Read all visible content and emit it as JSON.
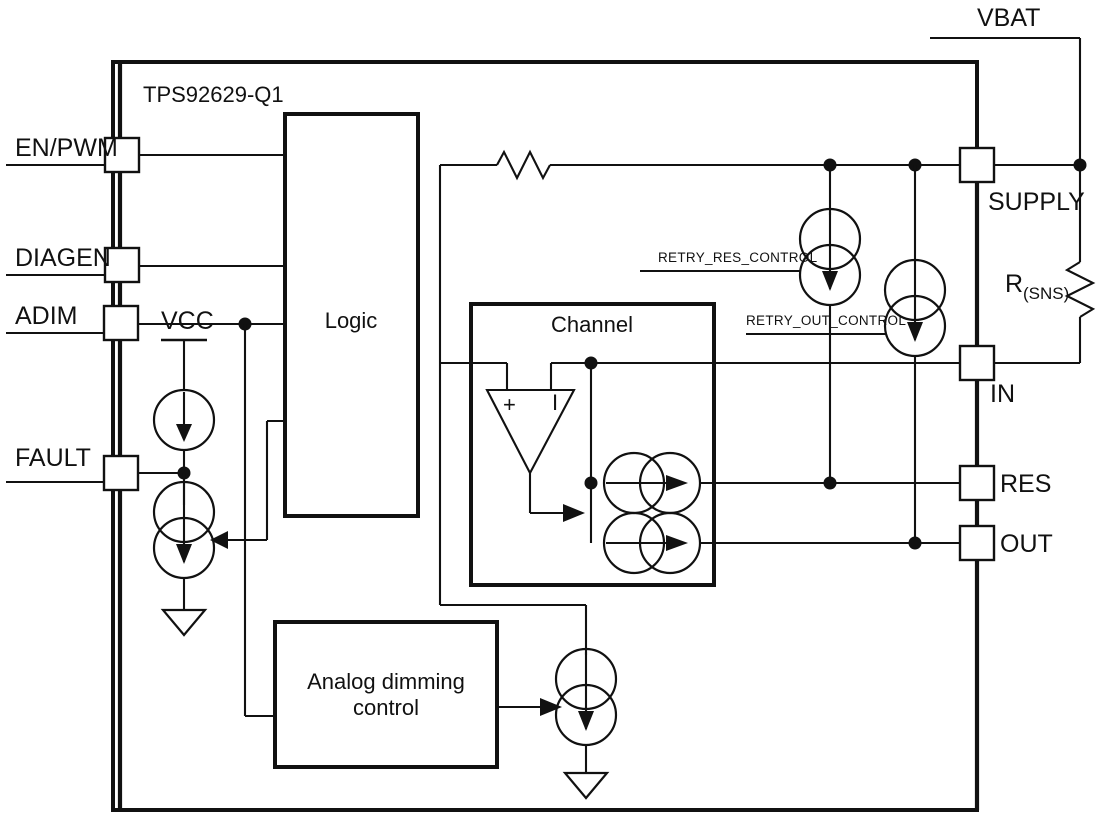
{
  "diagram": {
    "title": "TPS92629-Q1",
    "type": "block-diagram",
    "device_label": "TPS92629-Q1",
    "blocks": [
      {
        "id": "logic",
        "label": "Logic"
      },
      {
        "id": "channel",
        "label": "Channel"
      },
      {
        "id": "analog_dimming",
        "label": "Analog dimming\ncontrol",
        "line1": "Analog dimming",
        "line2": "control"
      }
    ],
    "left_pins": [
      {
        "name": "EN/PWM",
        "label": "EN/PWM"
      },
      {
        "name": "DIAGEN",
        "label": "DIAGEN"
      },
      {
        "name": "ADIM",
        "label": "ADIM"
      },
      {
        "name": "FAULT",
        "label": "FAULT"
      }
    ],
    "right_pins": [
      {
        "name": "SUPPLY",
        "label": "SUPPLY"
      },
      {
        "name": "IN",
        "label": "IN"
      },
      {
        "name": "RES",
        "label": "RES"
      },
      {
        "name": "OUT",
        "label": "OUT"
      }
    ],
    "rails": [
      {
        "name": "VBAT",
        "label": "VBAT"
      },
      {
        "name": "VCC",
        "label": "VCC"
      }
    ],
    "components": [
      {
        "name": "R_SNS",
        "label": "R",
        "subscript": "(SNS)"
      },
      {
        "name": "series-resistor",
        "label": ""
      }
    ],
    "control_signals": [
      {
        "name": "RETRY_RES_CONTROL",
        "label": "RETRY_RES_CONTROL"
      },
      {
        "name": "RETRY_OUT_CONTROL",
        "label": "RETRY_OUT_CONTROL"
      }
    ],
    "opamp": {
      "plus_label": "+",
      "minus_label": "I"
    },
    "colors": {
      "line": "#111111",
      "background": "#ffffff",
      "text": "#111111"
    }
  }
}
